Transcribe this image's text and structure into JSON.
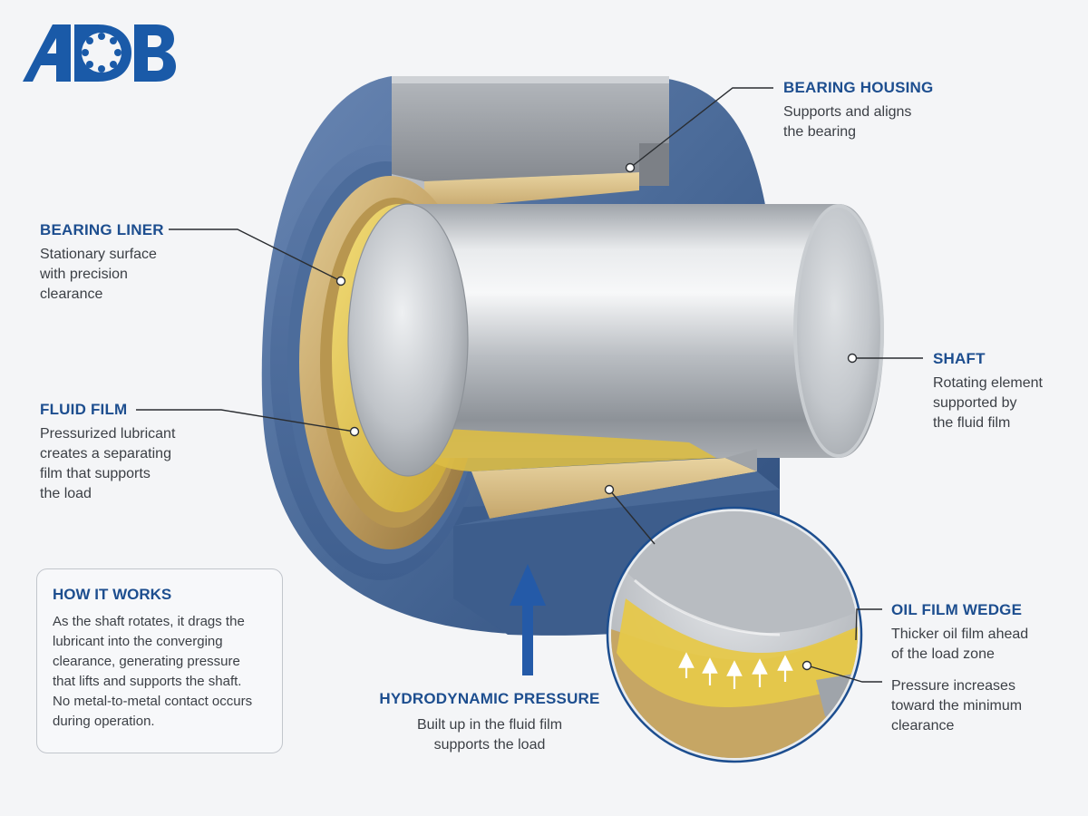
{
  "logo": {
    "text": "ADB"
  },
  "callouts": {
    "bearing_housing": {
      "title": "BEARING HOUSING",
      "desc": [
        "Supports and aligns",
        "the bearing"
      ]
    },
    "bearing_liner": {
      "title": "BEARING LINER",
      "desc": [
        "Stationary surface",
        "with precision",
        "clearance"
      ]
    },
    "fluid_film": {
      "title": "FLUID FILM",
      "desc": [
        "Pressurized lubricant",
        "creates a separating",
        "film that supports",
        "the load"
      ]
    },
    "shaft": {
      "title": "SHAFT",
      "desc": [
        "Rotating element",
        "supported by",
        "the fluid film"
      ]
    },
    "oil_film_wedge": {
      "title": "OIL FILM WEDGE",
      "desc": [
        "Thicker oil film ahead",
        "of the load zone"
      ]
    },
    "pressure_note": {
      "desc": [
        "Pressure increases",
        "toward the minimum",
        "clearance"
      ]
    },
    "hydrodynamic_pressure": {
      "title": "HYDRODYNAMIC PRESSURE",
      "desc": [
        "Built up in the fluid film",
        "supports the load"
      ]
    }
  },
  "how_it_works": {
    "title": "HOW IT WORKS",
    "lines": [
      "As the shaft rotates, it drags the",
      "lubricant into the converging",
      "clearance, generating pressure",
      "that lifts and supports the shaft.",
      "No metal-to-metal contact occurs",
      "during operation."
    ]
  },
  "colors": {
    "housing_blue": "#4a6a98",
    "housing_grey": "#9a9ea4",
    "liner_bronze": "#c9a86a",
    "oil_yellow": "#e6c84a",
    "shaft_steel": "#c4c8cc",
    "title_blue": "#1d4e8f",
    "logo_blue": "#1a5aa8",
    "arrow_blue": "#245aa8"
  },
  "icons": {
    "pressure_arrow": "up-arrow-icon",
    "leader_dot": "dot-icon"
  }
}
